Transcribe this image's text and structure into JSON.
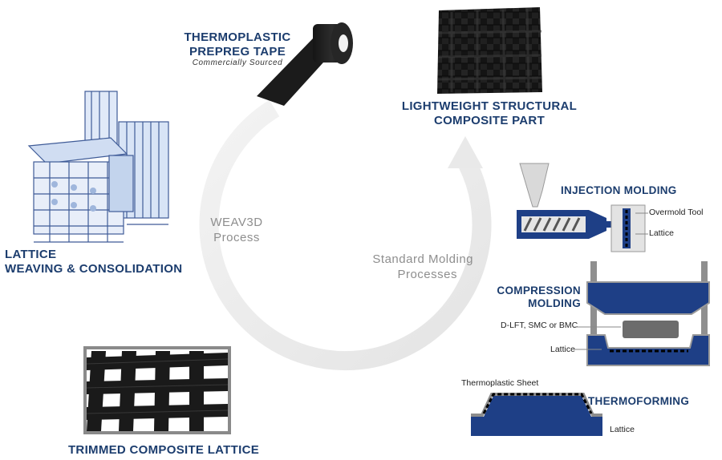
{
  "prepreg": {
    "title_line1": "THERMOPLASTIC",
    "title_line2": "PREPREG TAPE",
    "subtitle": "Commercially Sourced"
  },
  "composite_part": {
    "title_line1": "LIGHTWEIGHT STRUCTURAL",
    "title_line2": "COMPOSITE PART"
  },
  "weaving": {
    "title_line1": "LATTICE",
    "title_line2": "WEAVING & CONSOLIDATION"
  },
  "lattice": {
    "title": "TRIMMED COMPOSITE LATTICE"
  },
  "cycle": {
    "left_line1": "WEAV3D",
    "left_line2": "Process",
    "right_line1": "Standard Molding",
    "right_line2": "Processes"
  },
  "injection": {
    "title": "INJECTION MOLDING",
    "label_tool": "Overmold Tool",
    "label_lattice": "Lattice"
  },
  "compression": {
    "title_line1": "COMPRESSION",
    "title_line2": "MOLDING",
    "label_material": "D-LFT, SMC or BMC",
    "label_lattice": "Lattice"
  },
  "thermoforming": {
    "title": "THERMOFORMING",
    "label_sheet": "Thermoplastic Sheet",
    "label_lattice": "Lattice"
  },
  "colors": {
    "navy": "#1c3d6e",
    "steel": "#1e3f86",
    "cycle_gray": "#ececec"
  }
}
